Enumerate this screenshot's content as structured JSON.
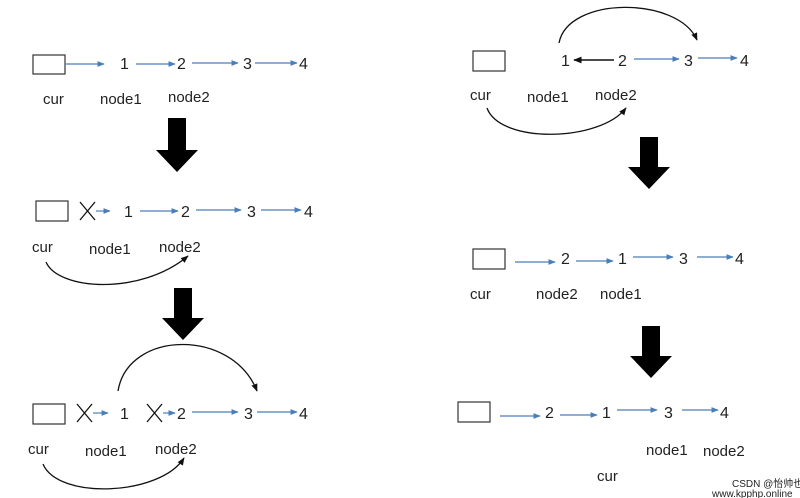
{
  "labels": {
    "cur": "cur",
    "node1": "node1",
    "node2": "node2",
    "n1": "1",
    "n2": "2",
    "n3": "3",
    "n4": "4"
  },
  "watermark": "CSDN @怡帅也",
  "site": "www.kpphp.online",
  "colors": {
    "link_arrow": "#4a7ebb",
    "curve_arrow": "#111111",
    "step_arrow": "#000000",
    "box_border": "#333333"
  }
}
